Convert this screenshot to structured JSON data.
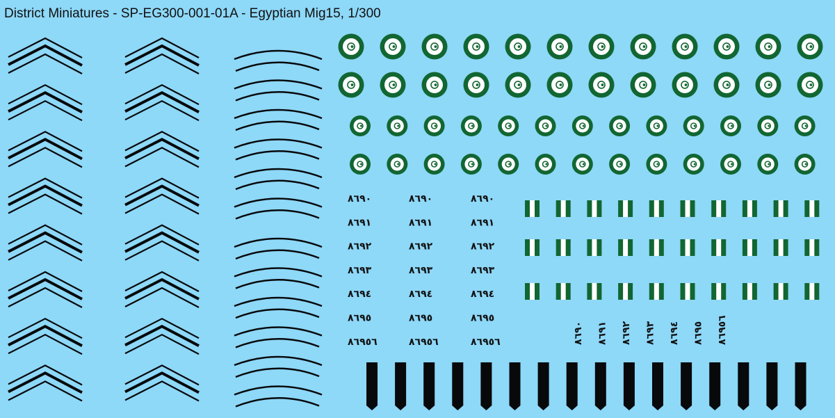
{
  "title": "District Miniatures - SP-EG300-001-01A - Egyptian Mig15, 1/300",
  "colors": {
    "background": "#8ed8f8",
    "green": "#126632",
    "white": "#ffffff",
    "black": "#07090b"
  },
  "icons": {
    "roundel": "egyptian-roundel-icon",
    "flag": "fin-flash-icon",
    "chevron": "chevron-stripe-icon",
    "arc": "arc-stripe-icon",
    "strip": "black-strip-icon"
  },
  "serial_numbers": [
    "٨٦٩٠",
    "٨٦٩١",
    "٨٦٩٢",
    "٨٦٩٣",
    "٨٦٩٤",
    "٨٦٩٥",
    "٨٦٩٥٦"
  ]
}
